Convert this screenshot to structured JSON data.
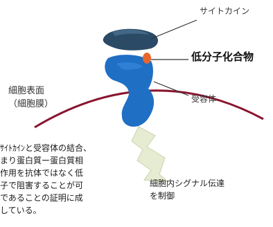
{
  "labels": {
    "cytokine": "サイトカイン",
    "compound": "低分子化合物",
    "receptor": "受容体",
    "cell_surface": [
      "細胞表面",
      "（細胞膜）"
    ],
    "signal": [
      "細胞内シグナル伝達",
      "を制御"
    ]
  },
  "description_lines": [
    "ｻｲﾄｶｲﾝと受容体の結合、",
    "まり蛋白質ー蛋白質相",
    "作用を抗体ではなく低",
    "子で阻害することが可",
    "であることの証明に成",
    "している。"
  ],
  "colors": {
    "membrane": "#8a1530",
    "cytokine": "#2b4a66",
    "compound": "#e8662a",
    "receptor": "#1f6fc4",
    "signal_arrow": "#e6ecd2"
  }
}
